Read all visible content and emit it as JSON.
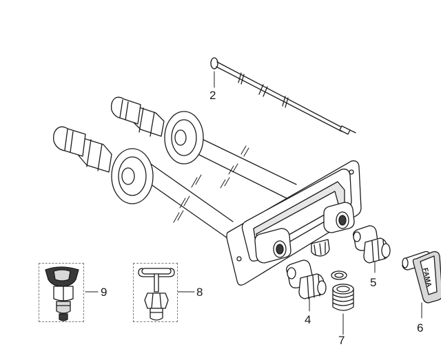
{
  "callouts": [
    {
      "id": "2",
      "text": "2"
    },
    {
      "id": "4",
      "text": "4"
    },
    {
      "id": "5",
      "text": "5"
    },
    {
      "id": "6",
      "text": "6"
    },
    {
      "id": "7",
      "text": "7"
    },
    {
      "id": "8",
      "text": "8"
    },
    {
      "id": "9",
      "text": "9"
    }
  ],
  "key_lettering": "FAMA",
  "colors": {
    "line": "#1a1a1a",
    "fill": "#ffffff",
    "shade": "#d8d8d8",
    "dark": "#3a3a3a"
  }
}
